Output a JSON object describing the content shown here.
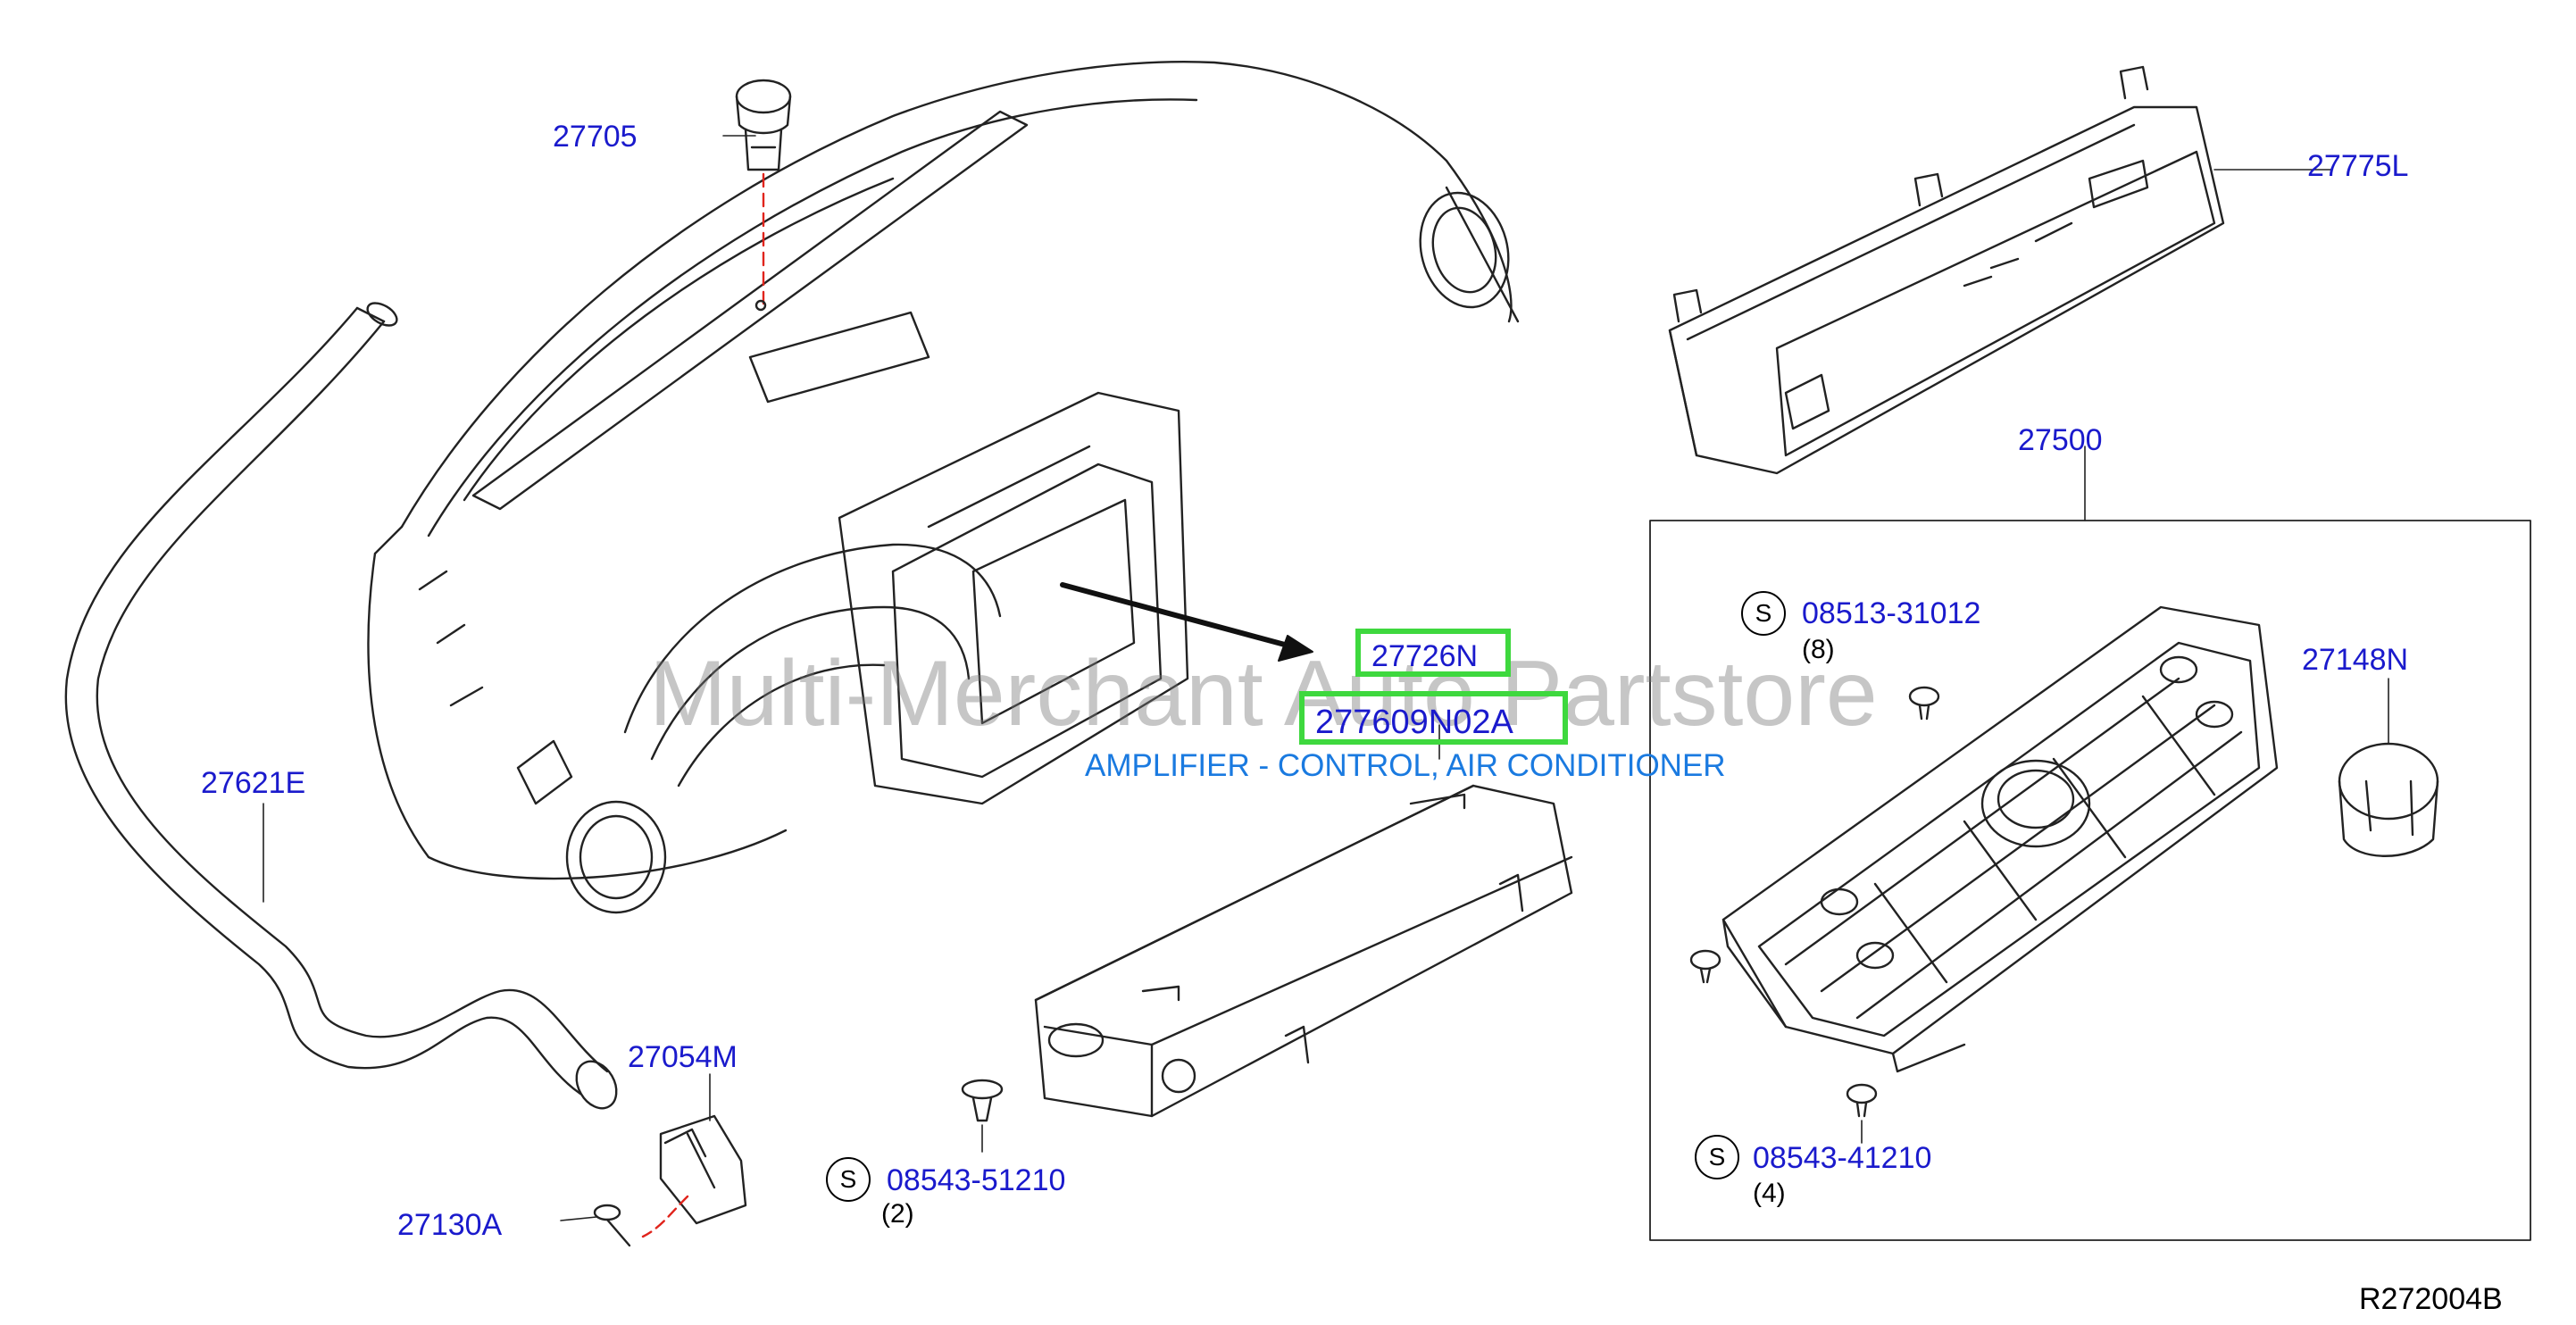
{
  "watermark": "Multi-Merchant Auto Partstore",
  "reference_code": "R272004B",
  "description": "AMPLIFIER - CONTROL, AIR CONDITIONER",
  "highlighted_parts": {
    "part_a": "27726N",
    "part_b": "277609N02A"
  },
  "screw_symbol": "S",
  "callouts": {
    "p27705": "27705",
    "p27775L": "27775L",
    "p27500": "27500",
    "p27621E": "27621E",
    "p27148N": "27148N",
    "p27054M": "27054M",
    "p27130A": "27130A",
    "p08513": "08513-31012",
    "p08543_51210": "08543-51210",
    "p08543_41210": "08543-41210"
  },
  "quantities": {
    "q08513": "(8)",
    "q08543_51210": "(2)",
    "q08543_41210": "(4)"
  },
  "colors": {
    "callout": "#1a1acc",
    "description": "#1a7ae0",
    "highlight": "#3ed83e",
    "guide_line": "#e0241c"
  }
}
